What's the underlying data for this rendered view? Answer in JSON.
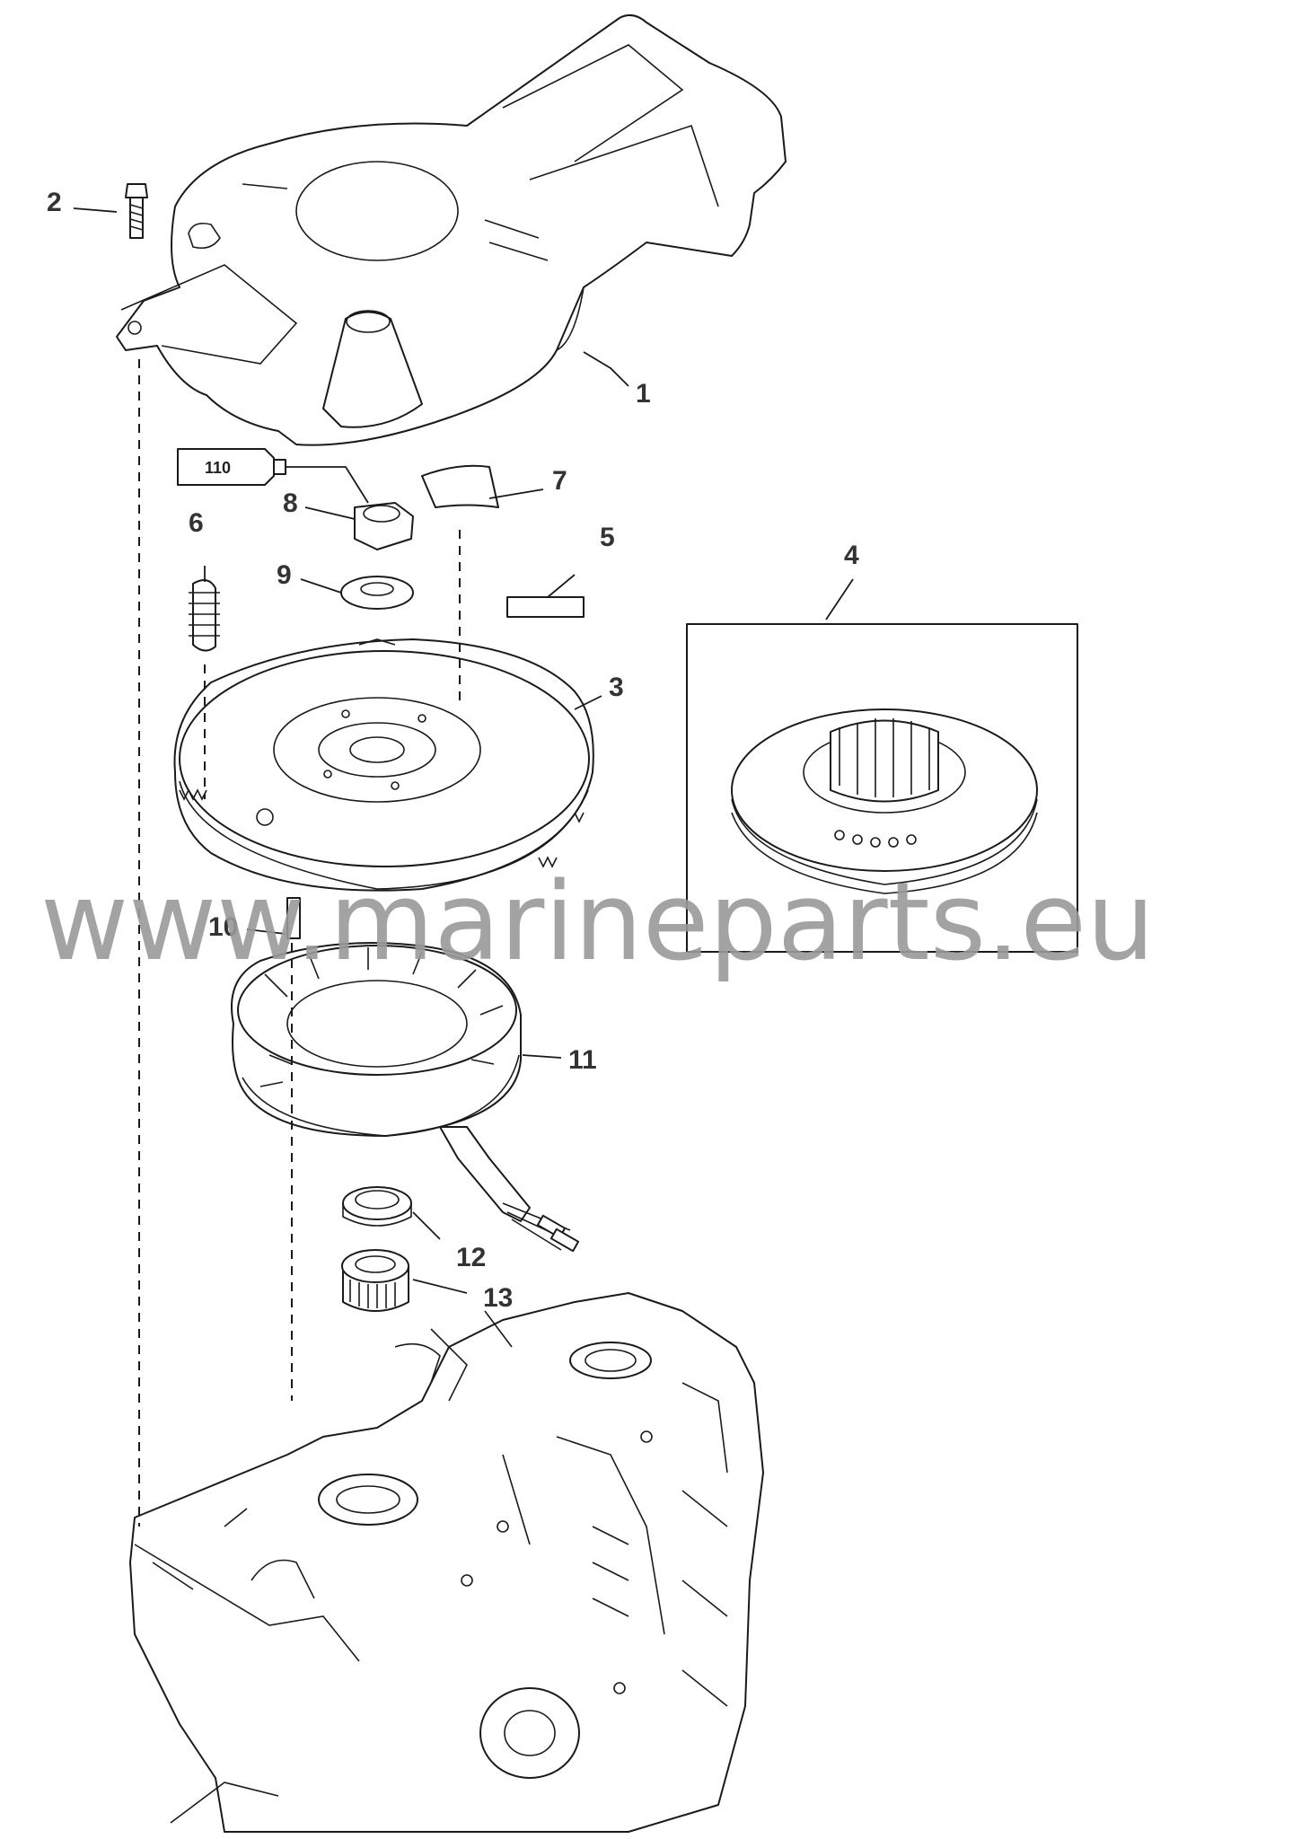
{
  "diagram": {
    "callouts": [
      {
        "id": "1",
        "label": "1"
      },
      {
        "id": "2",
        "label": "2"
      },
      {
        "id": "3",
        "label": "3"
      },
      {
        "id": "4",
        "label": "4"
      },
      {
        "id": "5",
        "label": "5"
      },
      {
        "id": "6",
        "label": "6"
      },
      {
        "id": "7",
        "label": "7"
      },
      {
        "id": "8",
        "label": "8"
      },
      {
        "id": "9",
        "label": "9"
      },
      {
        "id": "10",
        "label": "10"
      },
      {
        "id": "11",
        "label": "11"
      },
      {
        "id": "12",
        "label": "12"
      },
      {
        "id": "13",
        "label": "13"
      }
    ],
    "sealant_tube_label": "110",
    "watermark": "www.marineparts.eu"
  }
}
